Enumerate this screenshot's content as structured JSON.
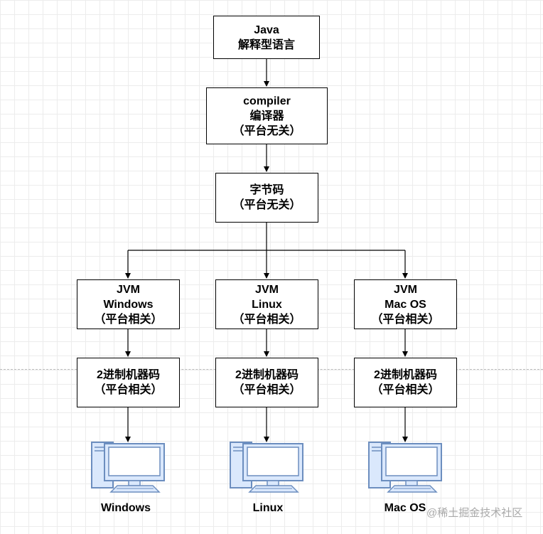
{
  "nodes": {
    "java": [
      "Java",
      "解释型语言"
    ],
    "compiler": [
      "compiler",
      "编译器",
      "（平台无关）"
    ],
    "bytecode": [
      "字节码",
      "（平台无关）"
    ],
    "jvm_windows": [
      "JVM",
      "Windows",
      "（平台相关）"
    ],
    "jvm_linux": [
      "JVM",
      "Linux",
      "（平台相关）"
    ],
    "jvm_mac": [
      "JVM",
      "Mac OS",
      "（平台相关）"
    ],
    "bin_windows": [
      "2进制机器码",
      "（平台相关）"
    ],
    "bin_linux": [
      "2进制机器码",
      "（平台相关）"
    ],
    "bin_mac": [
      "2进制机器码",
      "（平台相关）"
    ]
  },
  "computers": [
    {
      "label": "Windows",
      "icon": "computer-icon"
    },
    {
      "label": "Linux",
      "icon": "computer-icon"
    },
    {
      "label": "Mac OS",
      "icon": "computer-icon"
    }
  ],
  "watermark": "@稀土掘金技术社区",
  "colors": {
    "computer_fill": "#dae8fc",
    "computer_stroke": "#6c8ebf",
    "line": "#000000",
    "watermark": "#a9a9a9"
  }
}
